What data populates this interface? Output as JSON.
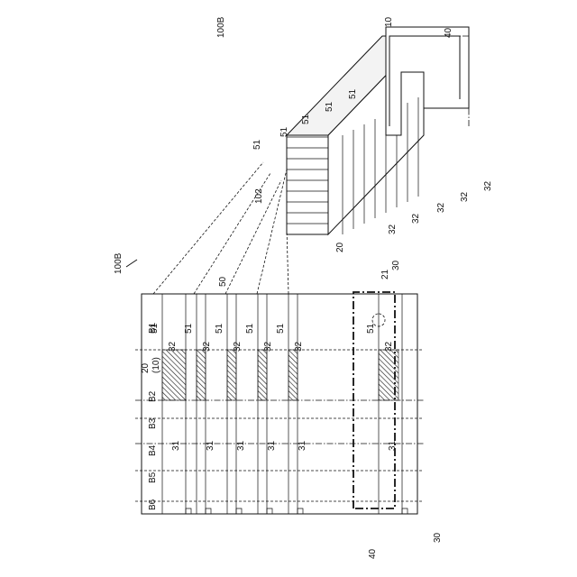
{
  "figure": {
    "title": "FIG.4",
    "labels": {
      "ref_top": "100B",
      "ref_side": "100B",
      "n50": "50",
      "n51": "51",
      "n32": "32",
      "n31": "31",
      "n30": "30",
      "n40": "40",
      "n21": "21",
      "n20_10_main": "20",
      "n20_10_sub": "(10)",
      "n20": "20",
      "n10": "10",
      "n102": "102",
      "b6": "B6",
      "b5": "B5",
      "b4": "B4",
      "b3": "B3",
      "b2": "B2",
      "b1": "B1"
    }
  }
}
